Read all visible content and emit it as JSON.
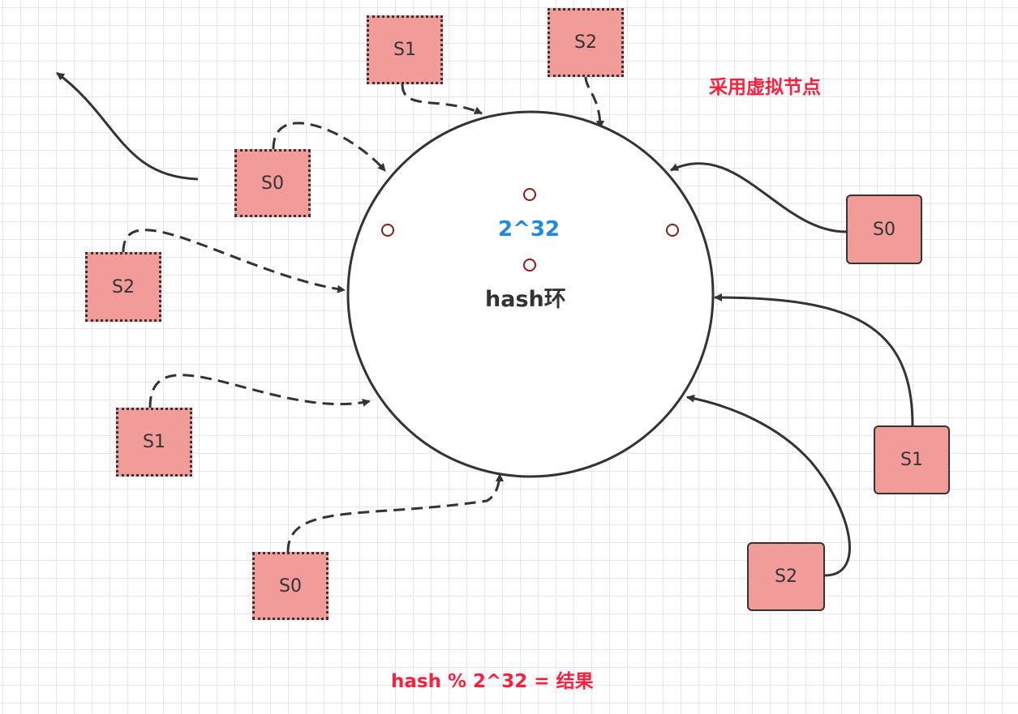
{
  "diagram": {
    "title": "采用虚拟节点",
    "formula": "hash % 2^32 = 结果",
    "ring": {
      "label": "hash环",
      "modulus": "2^32"
    },
    "nodes": [
      {
        "id": "v-s1-top",
        "label": "S1",
        "kind": "virtual"
      },
      {
        "id": "v-s2-top",
        "label": "S2",
        "kind": "virtual"
      },
      {
        "id": "v-s0-upper-left",
        "label": "S0",
        "kind": "virtual"
      },
      {
        "id": "v-s2-left",
        "label": "S2",
        "kind": "virtual"
      },
      {
        "id": "v-s1-lower-left",
        "label": "S1",
        "kind": "virtual"
      },
      {
        "id": "v-s0-bottom",
        "label": "S0",
        "kind": "virtual"
      },
      {
        "id": "p-s0",
        "label": "S0",
        "kind": "physical"
      },
      {
        "id": "p-s1",
        "label": "S1",
        "kind": "physical"
      },
      {
        "id": "p-s2",
        "label": "S2",
        "kind": "physical"
      }
    ],
    "edges": [
      {
        "from": "v-s1-top",
        "to": "ring",
        "style": "dashed"
      },
      {
        "from": "v-s2-top",
        "to": "ring",
        "style": "dashed"
      },
      {
        "from": "v-s0-upper-left",
        "to": "ring",
        "style": "dashed"
      },
      {
        "from": "v-s2-left",
        "to": "ring",
        "style": "dashed"
      },
      {
        "from": "v-s1-lower-left",
        "to": "ring",
        "style": "dashed"
      },
      {
        "from": "v-s0-bottom",
        "to": "ring",
        "style": "dashed"
      },
      {
        "from": "p-s0",
        "to": "ring",
        "style": "solid"
      },
      {
        "from": "p-s1",
        "to": "ring",
        "style": "solid"
      },
      {
        "from": "p-s2",
        "to": "ring",
        "style": "solid"
      },
      {
        "from": "free-arrow",
        "to": "free-arrow",
        "style": "solid"
      }
    ],
    "colors": {
      "node_fill": "#f19c99",
      "stroke": "#333333",
      "accent_red": "#ff1f3d",
      "accent_blue": "#1e88e5",
      "marker": "#8b1a1a"
    }
  }
}
